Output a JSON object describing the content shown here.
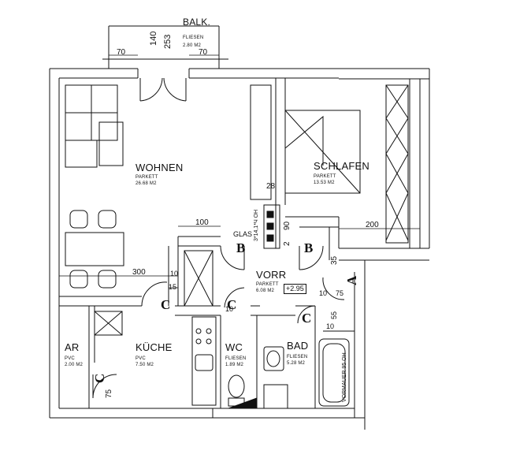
{
  "rooms": {
    "balk": {
      "name": "BALK.",
      "floor": "FLIESEN",
      "area": "2.80 M2"
    },
    "wohnen": {
      "name": "WOHNEN",
      "floor": "PARKETT",
      "area": "26.68 M2"
    },
    "schlafen": {
      "name": "SCHLAFEN",
      "floor": "PARKETT",
      "area": "13.53 M2"
    },
    "vorr": {
      "name": "VORR",
      "floor": "PARKETT",
      "area": "6.08 M2"
    },
    "kueche": {
      "name": "KÜCHE",
      "floor": "PVC",
      "area": "7.50 M2"
    },
    "ar": {
      "name": "AR",
      "floor": "PVC",
      "area": "2.00 M2"
    },
    "wc": {
      "name": "WC",
      "floor": "FLIESEN",
      "area": "1.89 M2"
    },
    "bad": {
      "name": "BAD",
      "floor": "FLIESEN",
      "area": "5.28 M2"
    }
  },
  "dimensions": {
    "balk_140": "140",
    "balk_253": "253",
    "balk_left_70": "70",
    "balk_right_70": "70",
    "d100": "100",
    "d300": "300",
    "d200": "200",
    "d28": "28",
    "d90": "90",
    "d2": "2",
    "d15": "15",
    "d10a": "10",
    "d10b": "10",
    "d10c": "10",
    "d10d": "10",
    "d35": "35",
    "d75a": "75",
    "d75b": "75",
    "d55": "55",
    "d295": "+2.95",
    "wall_label": "3*14,1*Ч ΟΗ"
  },
  "annotations": {
    "glas": "GLAS",
    "vorwand": "VORMAUER 95 OH"
  },
  "doors": {
    "b1": "B",
    "b2": "B",
    "a": "A",
    "c1": "C",
    "c2": "C",
    "c3": "C",
    "c4": "C"
  },
  "colors": {
    "ink": "#111111",
    "paper": "#ffffff"
  }
}
